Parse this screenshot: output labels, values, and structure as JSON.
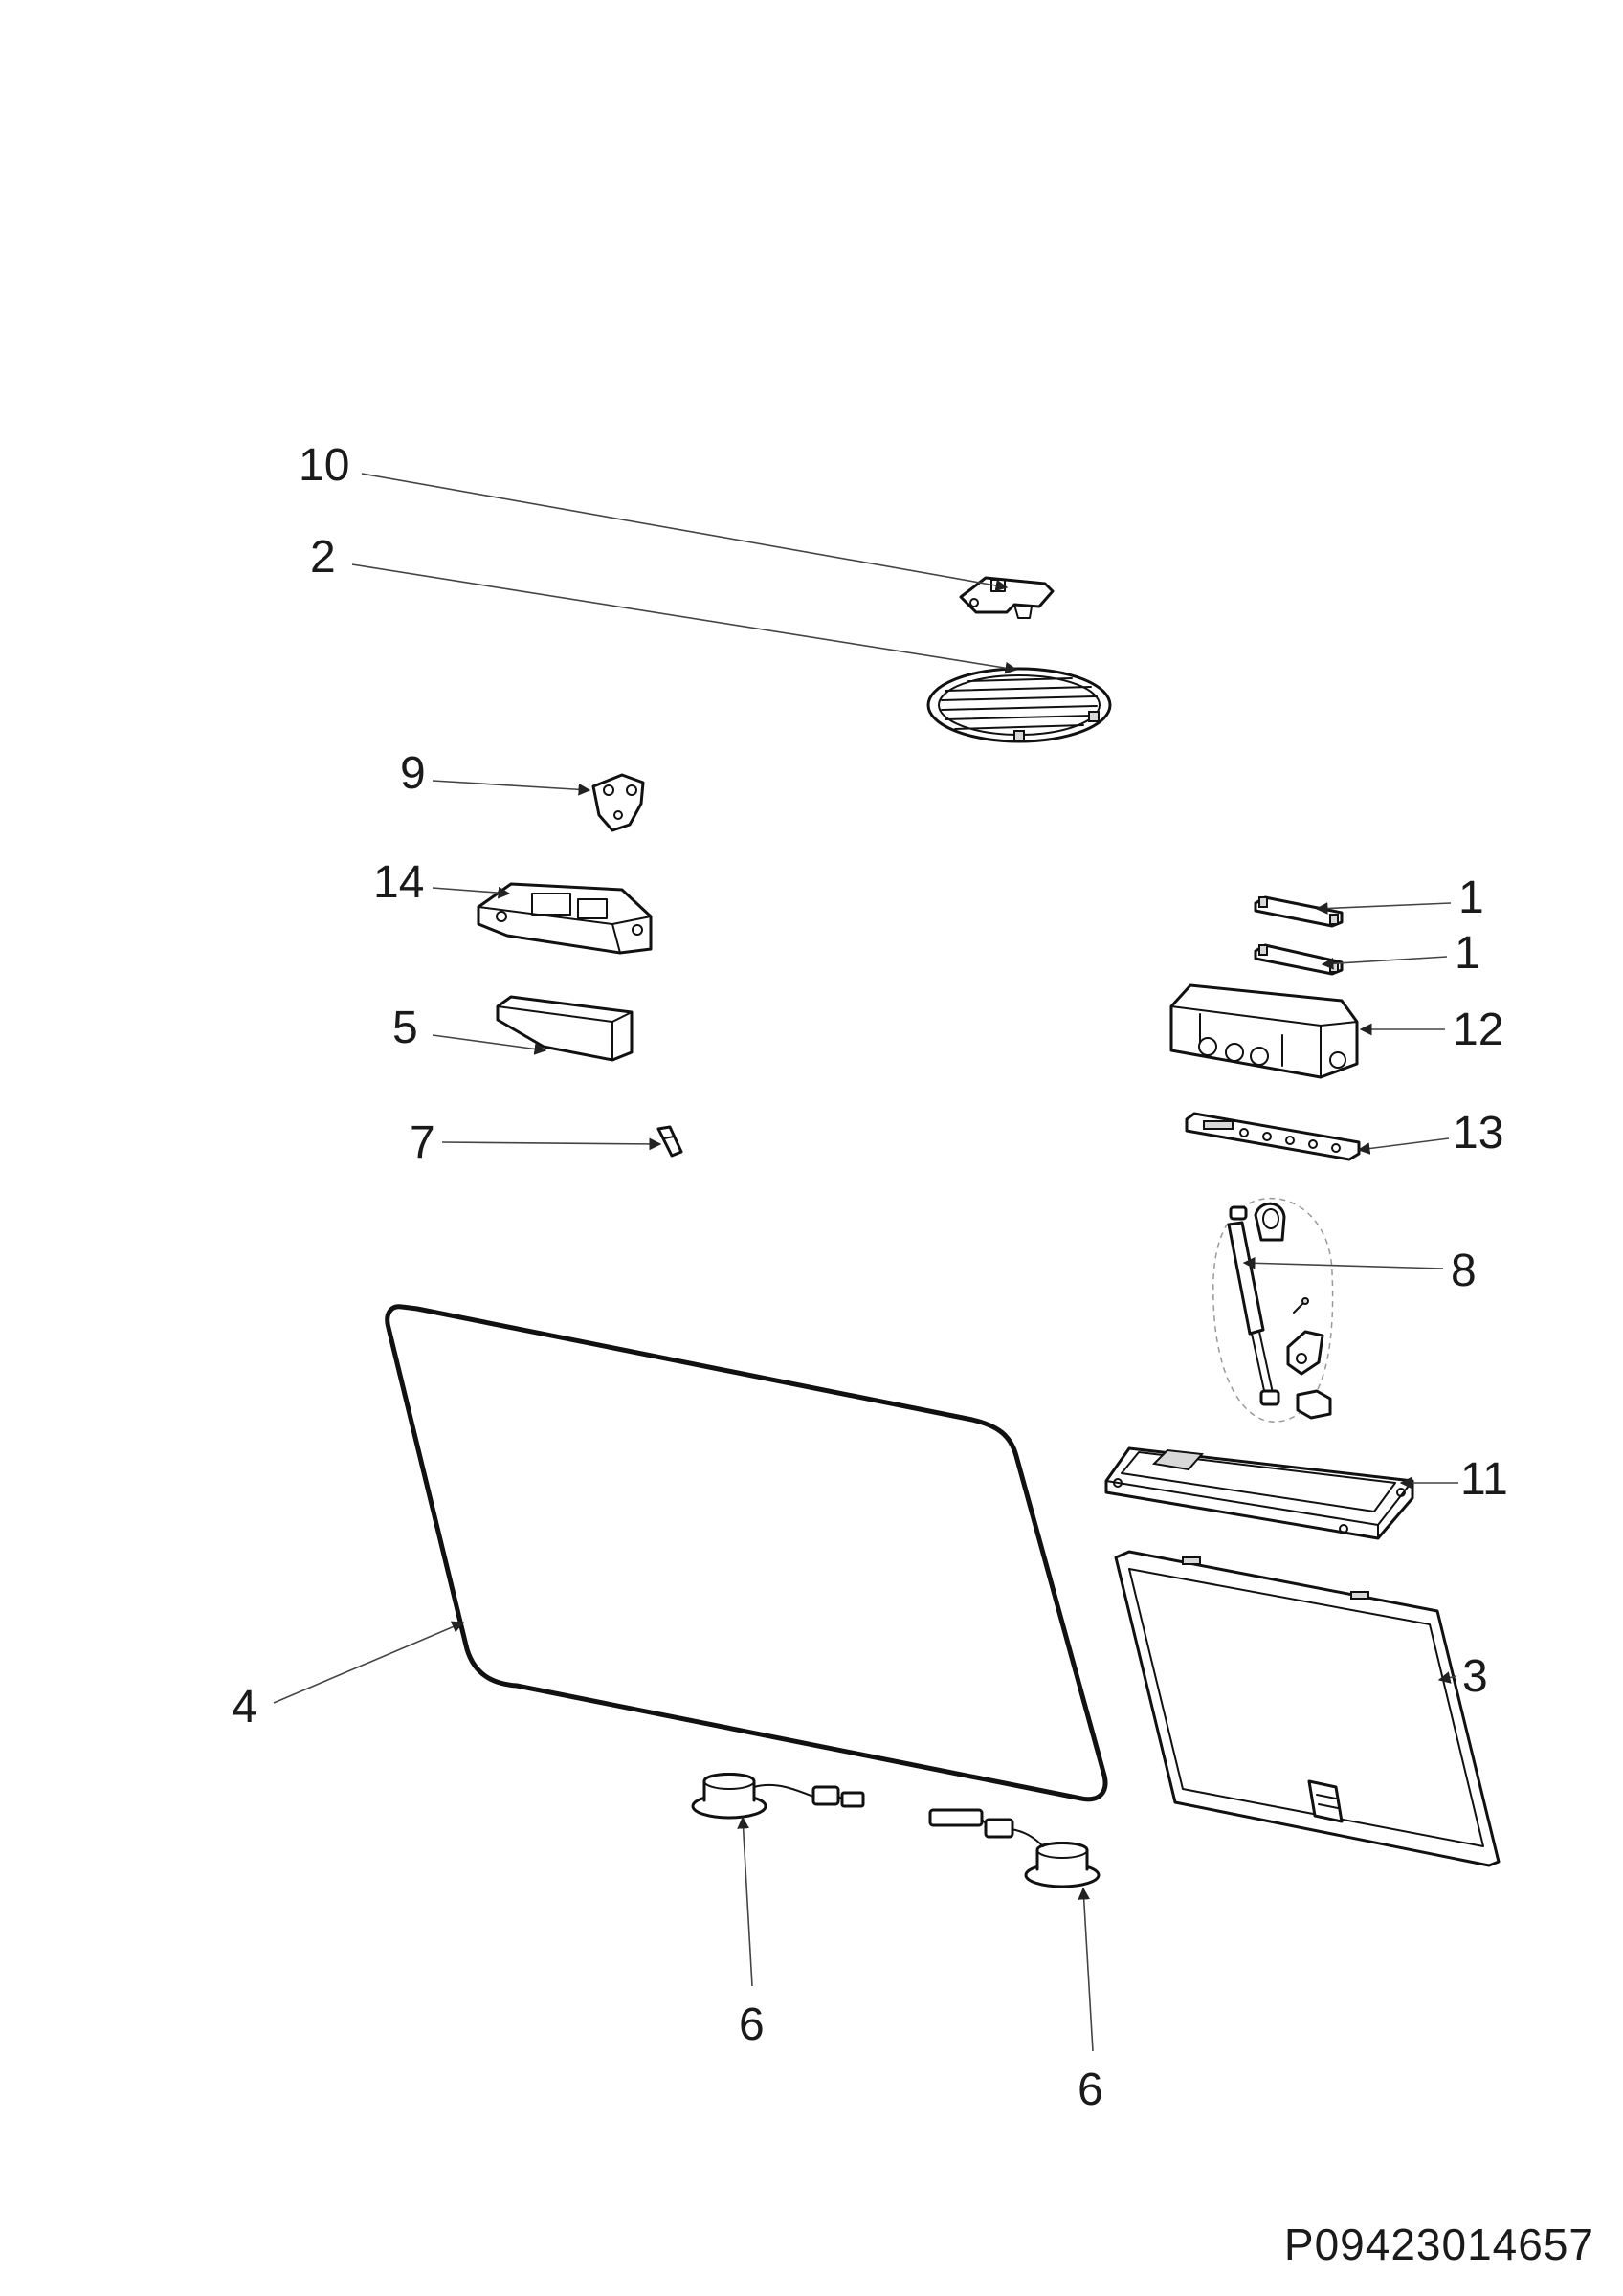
{
  "callouts": [
    {
      "id": "c10",
      "label": "10"
    },
    {
      "id": "c2",
      "label": "2"
    },
    {
      "id": "c9",
      "label": "9"
    },
    {
      "id": "c14",
      "label": "14"
    },
    {
      "id": "c5",
      "label": "5"
    },
    {
      "id": "c7",
      "label": "7"
    },
    {
      "id": "c1a",
      "label": "1"
    },
    {
      "id": "c1b",
      "label": "1"
    },
    {
      "id": "c12",
      "label": "12"
    },
    {
      "id": "c13",
      "label": "13"
    },
    {
      "id": "c8",
      "label": "8"
    },
    {
      "id": "c11",
      "label": "11"
    },
    {
      "id": "c3",
      "label": "3"
    },
    {
      "id": "c4",
      "label": "4"
    },
    {
      "id": "c6a",
      "label": "6"
    },
    {
      "id": "c6b",
      "label": "6"
    }
  ],
  "drawing_code": "P09423014657"
}
